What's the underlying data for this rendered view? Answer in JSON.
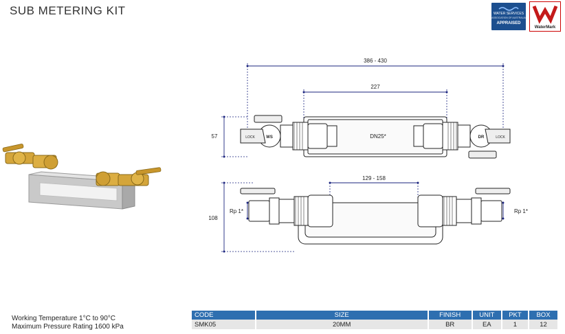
{
  "header": {
    "title": "SUB METERING KIT"
  },
  "badges": {
    "water_services": {
      "line1": "WATER SERVICES",
      "line2": "ASSOCIATION OF AUSTRALIA",
      "line3": "APPRAISED"
    },
    "watermark": {
      "label": "WaterMark"
    }
  },
  "drawing": {
    "dim_overall": "386 - 430",
    "dim_body": "227",
    "dim_height": "57",
    "dim_dn": "DN25*",
    "dim_side_span": "129 - 158",
    "dim_side_height": "108",
    "thread_left": "Rp 1*",
    "thread_right": "Rp 1*",
    "valve_label_left": "LOCK",
    "valve_label_right": "LOCK",
    "valve_mark_left": "WS",
    "valve_mark_right": "DR"
  },
  "specs": {
    "working_temperature": "Working Temperature  1°C to 90°C",
    "max_pressure": "Maximum Pressure Rating  1600 kPa"
  },
  "table": {
    "headers": {
      "code": "CODE",
      "size": "SIZE",
      "finish": "FINISH",
      "unit": "UNIT",
      "pkt": "PKT",
      "box": "BOX"
    },
    "rows": [
      {
        "code": "SMK05",
        "size": "20MM",
        "finish": "BR",
        "unit": "EA",
        "pkt": "1",
        "box": "12"
      }
    ]
  },
  "colors": {
    "table_header": "#2e6fb0",
    "row_bg": "#e6e6e6",
    "dimension_line": "#1a237e",
    "brass": "#d4a53a"
  }
}
